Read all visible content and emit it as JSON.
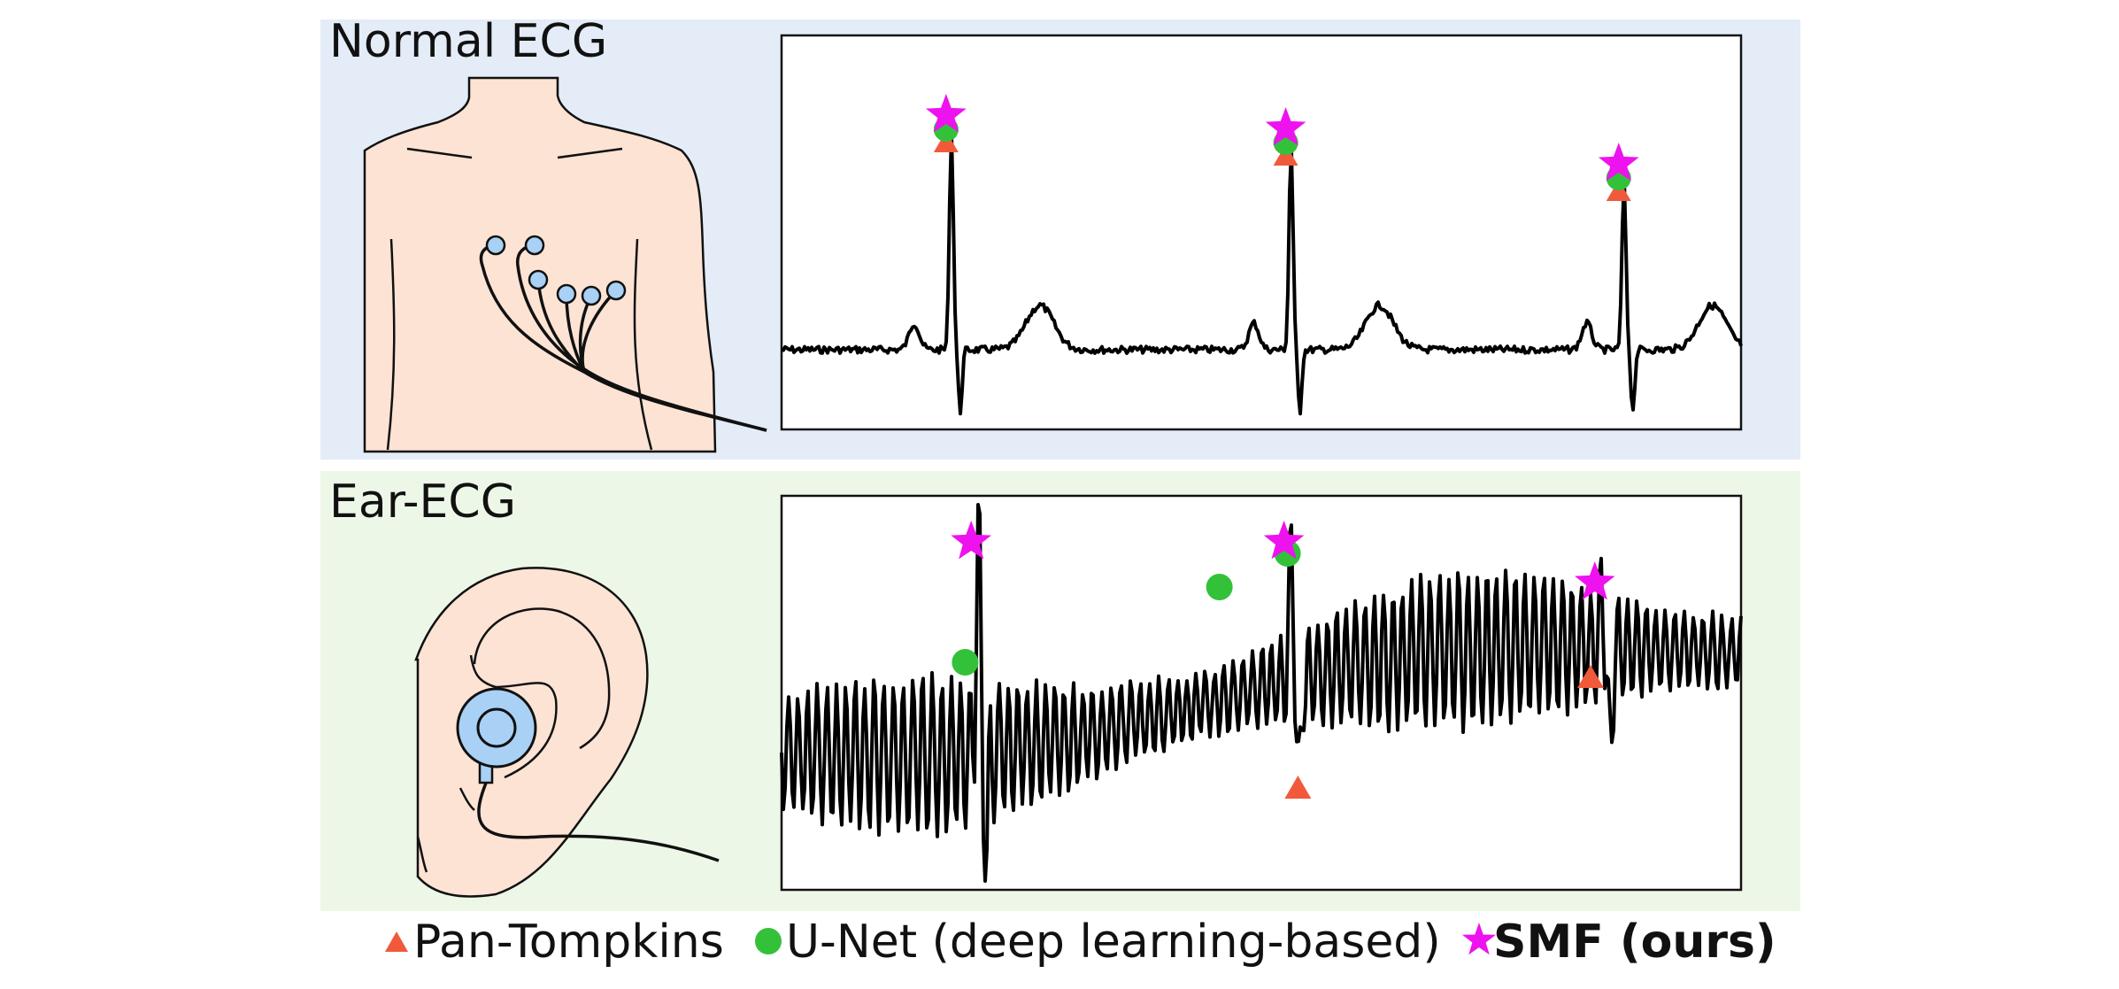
{
  "panels": [
    {
      "id": "normal",
      "title": "Normal ECG",
      "background": "#e3ecf7"
    },
    {
      "id": "ear",
      "title": "Ear-ECG",
      "background": "#edf7e8"
    }
  ],
  "legend": {
    "items": [
      {
        "label": "Pan-Tompkins",
        "marker": "triangle",
        "color": "#f05a3a",
        "bold": false
      },
      {
        "label": "U-Net (deep learning-based)",
        "marker": "circle",
        "color": "#33c13a",
        "bold": false
      },
      {
        "label": "SMF (ours)",
        "marker": "star",
        "color": "#ee12ee",
        "bold": true
      }
    ]
  },
  "colors": {
    "skin": "#fce3d4",
    "electrode": "#a9d1f5",
    "trace": "#000000",
    "pan_tompkins": "#f05a3a",
    "unet": "#33c13a",
    "smf": "#ee12ee"
  },
  "chart_data": [
    {
      "type": "line",
      "panel": "Normal ECG",
      "description_only": false,
      "x_range": [
        0,
        1000
      ],
      "y_range": [
        0,
        100
      ],
      "r_peaks": {
        "Pan-Tompkins": [
          177,
          531,
          878
        ],
        "U-Net (deep learning-based)": [
          177,
          531,
          878
        ],
        "SMF (ours)": [
          177,
          531,
          878
        ]
      }
    },
    {
      "type": "line",
      "panel": "Ear-ECG",
      "x_range": [
        0,
        1000
      ],
      "y_range": [
        0,
        100
      ],
      "r_peaks": {
        "Pan-Tompkins": [
          540,
          845
        ],
        "U-Net (deep learning-based)": [
          195,
          460,
          531
        ],
        "SMF (ours)": [
          205,
          531,
          855
        ]
      }
    }
  ]
}
